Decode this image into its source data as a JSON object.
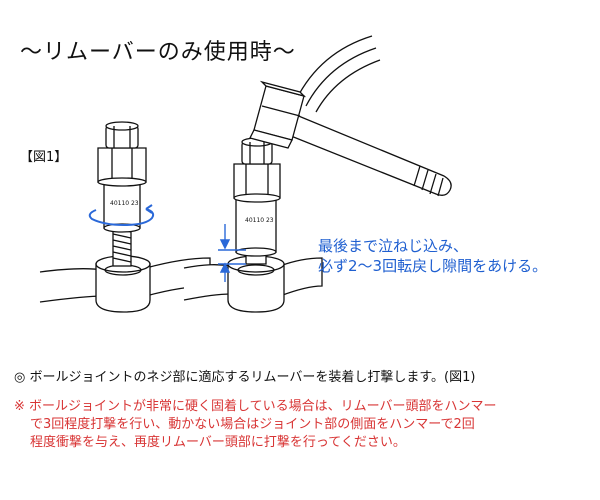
{
  "title": "〜リムーバーのみ使用時〜",
  "figure_label": "【図1】",
  "tool_marking_left": "40110 23",
  "tool_marking_right": "40110 23",
  "callout": {
    "line1": "最後まで泣ねじ込み、",
    "line2": "必ず2〜3回転戻し隙間をあける。"
  },
  "instruction": "◎ ボールジョイントのネジ部に適応するリムーバーを装着し打撃します。(図1)",
  "warning": {
    "line1": "※ ボールジョイントが非常に硬く固着している場合は、リムーバー頭部をハンマー",
    "line2": "で3回程度打撃を行い、動かない場合はジョイント部の側面をハンマーで2回",
    "line3": "程度衝撃を与え、再度リムーバー頭部に打撃を行ってください。"
  },
  "colors": {
    "callout": "#1f5fd0",
    "warning": "#d83535",
    "rotation_arrow": "#2a68d8"
  }
}
